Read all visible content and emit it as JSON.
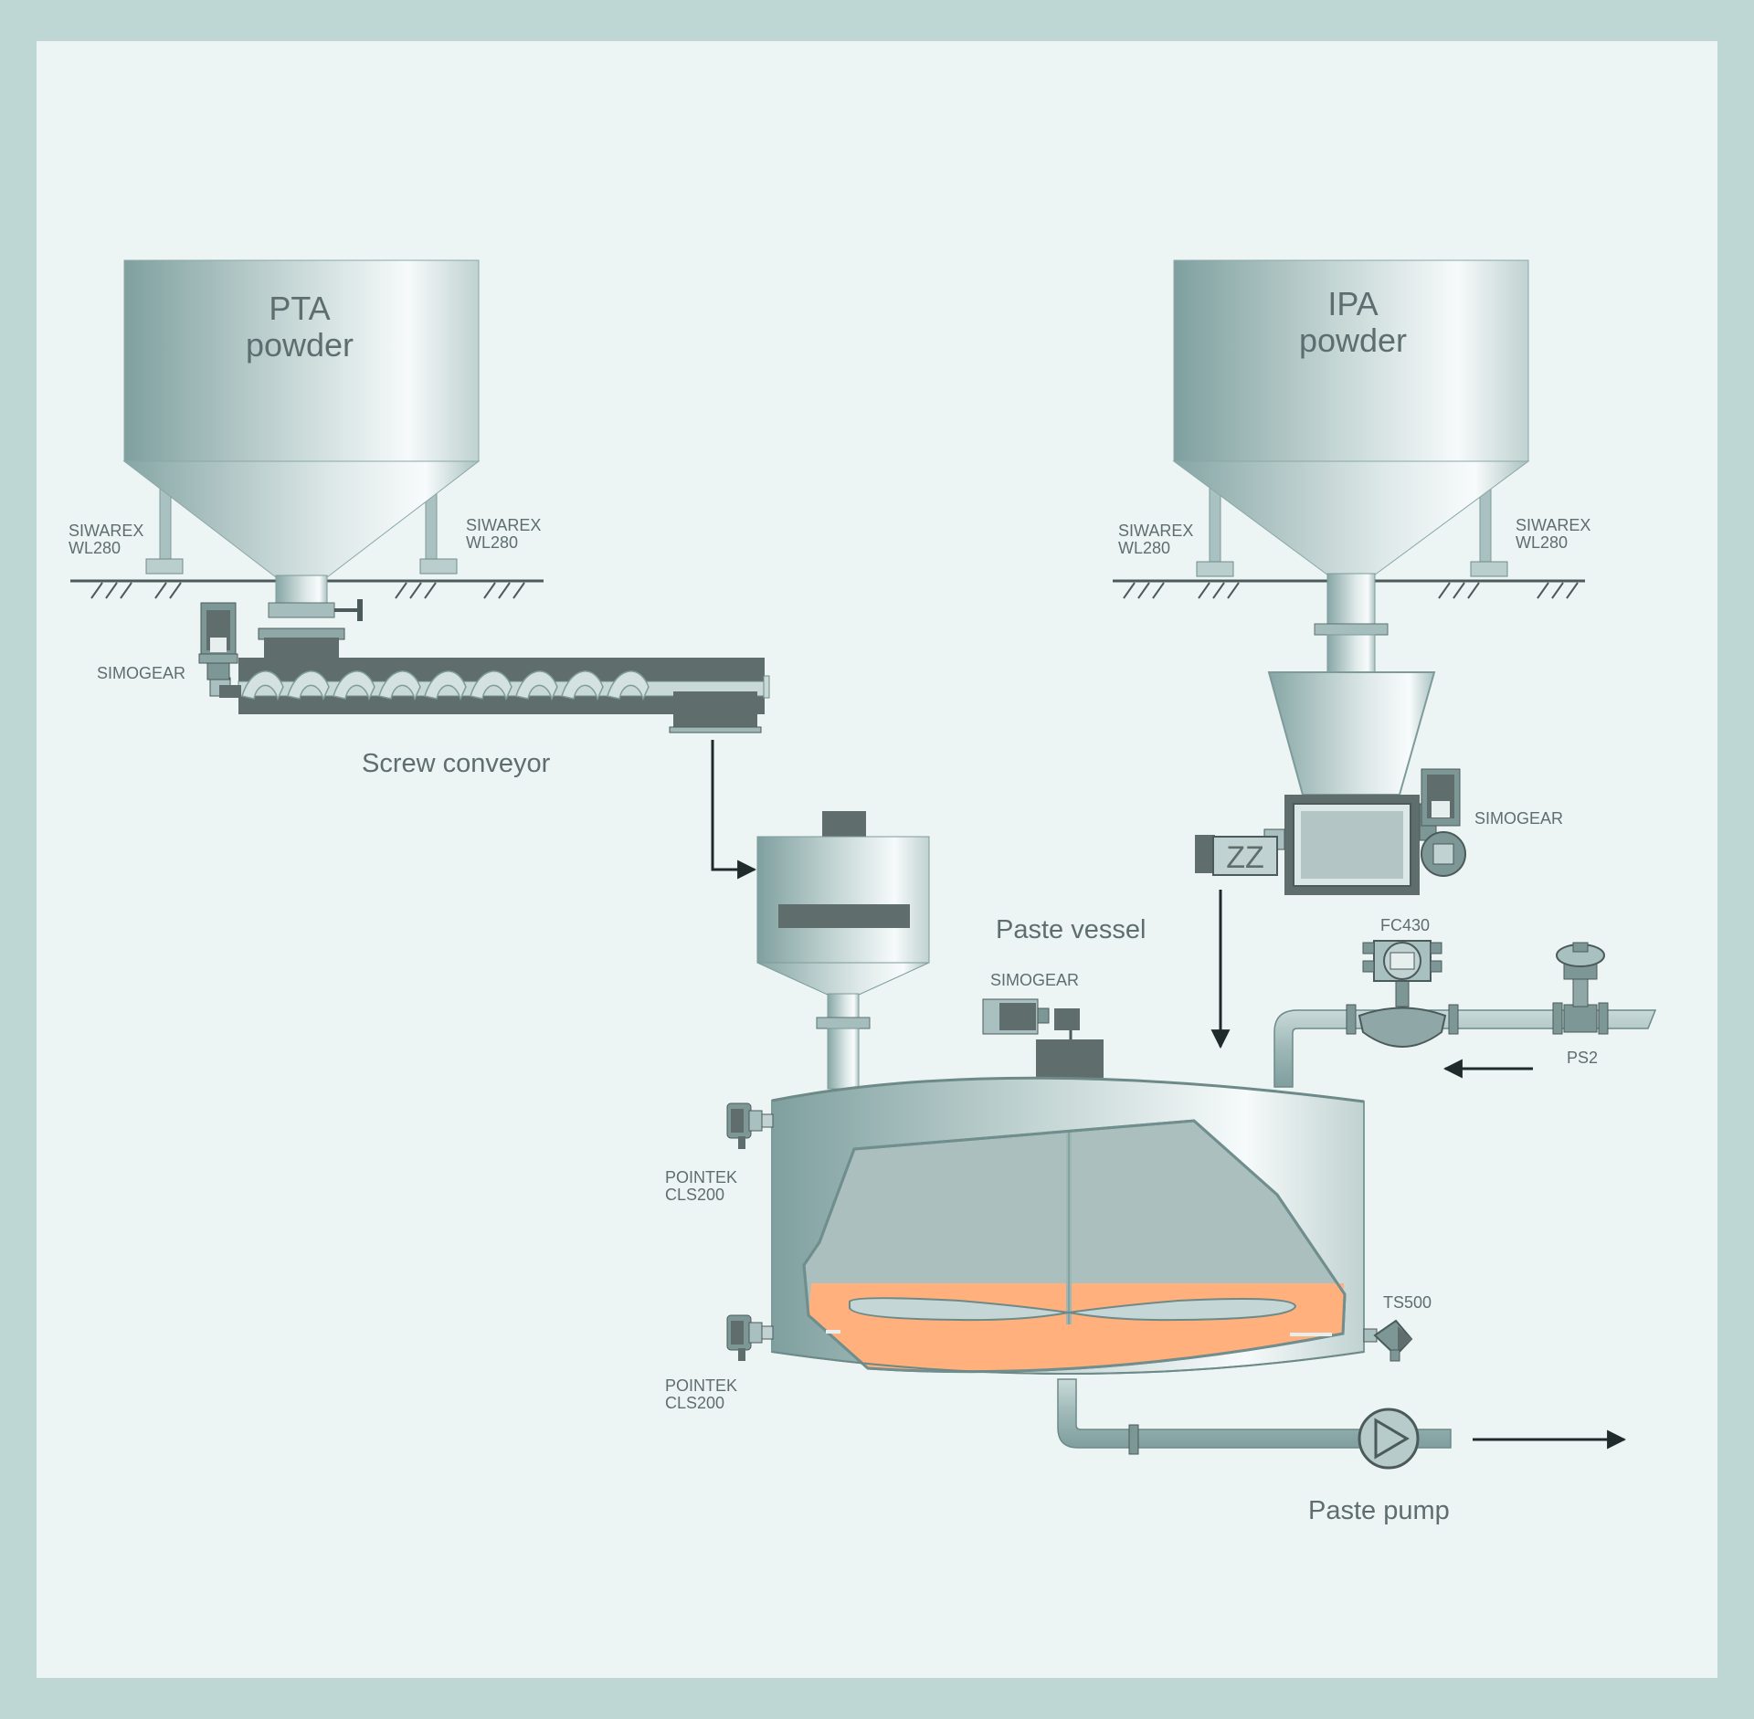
{
  "hopper_left": {
    "line1": "PTA",
    "line2": "powder"
  },
  "hopper_right": {
    "line1": "IPA",
    "line2": "powder"
  },
  "siwarex": {
    "ll": {
      "line1": "SIWAREX",
      "line2": "WL280"
    },
    "lr": {
      "line1": "SIWAREX",
      "line2": "WL280"
    },
    "rl": {
      "line1": "SIWAREX",
      "line2": "WL280"
    },
    "rr": {
      "line1": "SIWAREX",
      "line2": "WL280"
    }
  },
  "simogear": {
    "conveyor": "SIMOGEAR",
    "feeder": "SIMOGEAR",
    "agitator": "SIMOGEAR"
  },
  "screw_conveyor": "Screw conveyor",
  "paste_vessel": "Paste vessel",
  "paste_pump": "Paste pump",
  "flowmeter": "FC430",
  "valve": "PS2",
  "temperature": "TS500",
  "level_top": {
    "line1": "POINTEK",
    "line2": "CLS200"
  },
  "level_bottom": {
    "line1": "POINTEK",
    "line2": "CLS200"
  },
  "colors": {
    "frame": "#bfd7d4",
    "background": "#edf5f4",
    "steel": "#96b4b3",
    "dark": "#5c6a6a",
    "paste": "#ffb07c",
    "text": "#5e6d70"
  }
}
